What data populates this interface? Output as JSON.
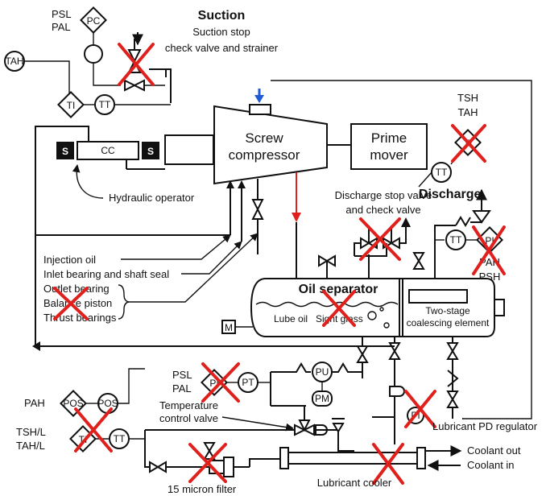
{
  "colors": {
    "line": "#111111",
    "cross": "#e0201c",
    "blue_arrow": "#1f5bd6",
    "red_arrow": "#e0201c"
  },
  "labels": {
    "psl_top": "PSL",
    "pal_top": "PAL",
    "pc": "PC",
    "suction": "Suction",
    "suction_stop1": "Suction stop",
    "suction_stop2": "check valve and strainer",
    "tah_left": "TAH",
    "ti_left": "TI",
    "tt_left": "TT",
    "s1": "S",
    "cc": "CC",
    "s2": "S",
    "screw1": "Screw",
    "screw2": "compressor",
    "prime1": "Prime",
    "prime2": "mover",
    "tsh": "TSH",
    "tah_right": "TAH",
    "ti_right": "TI",
    "tt_right": "TT",
    "discharge": "Discharge",
    "hydraulic": "Hydraulic operator",
    "dsv1": "Discharge stop valve",
    "dsv2": "and check valve",
    "tt_disch": "TT",
    "pi_disch": "PI",
    "pah": "PAH",
    "psh": "PSH",
    "injection_oil": "Injection oil",
    "inlet_bearing": "Inlet bearing and shaft seal",
    "outlet_bearing": "Outlet bearing",
    "balance_piston": "Balance piston",
    "thrust_bearings": "Thrust bearings",
    "oil_separator": "Oil separator",
    "lube_oil": "Lube oil",
    "sight_glass": "Sight glass",
    "two_stage1": "Two-stage",
    "two_stage2": "coalescing element",
    "m": "M",
    "psl_mid": "PSL",
    "pal_mid": "PAL",
    "pi_mid": "PI",
    "pt_mid": "PT",
    "pu": "PU",
    "pm": "PM",
    "temp1": "Temperature",
    "temp2": "control valve",
    "pi_reg": "PI",
    "lubricant_pd": "Lubricant PD regulator",
    "pah_low": "PAH",
    "pos1": "POS",
    "pos2": "POS",
    "tshl": "TSH/L",
    "tahl": "TAH/L",
    "ti_low": "TI",
    "tt_low": "TT",
    "filter": "15 micron filter",
    "lub_cooler": "Lubricant cooler",
    "coolant_out": "Coolant out",
    "coolant_in": "Coolant in"
  }
}
